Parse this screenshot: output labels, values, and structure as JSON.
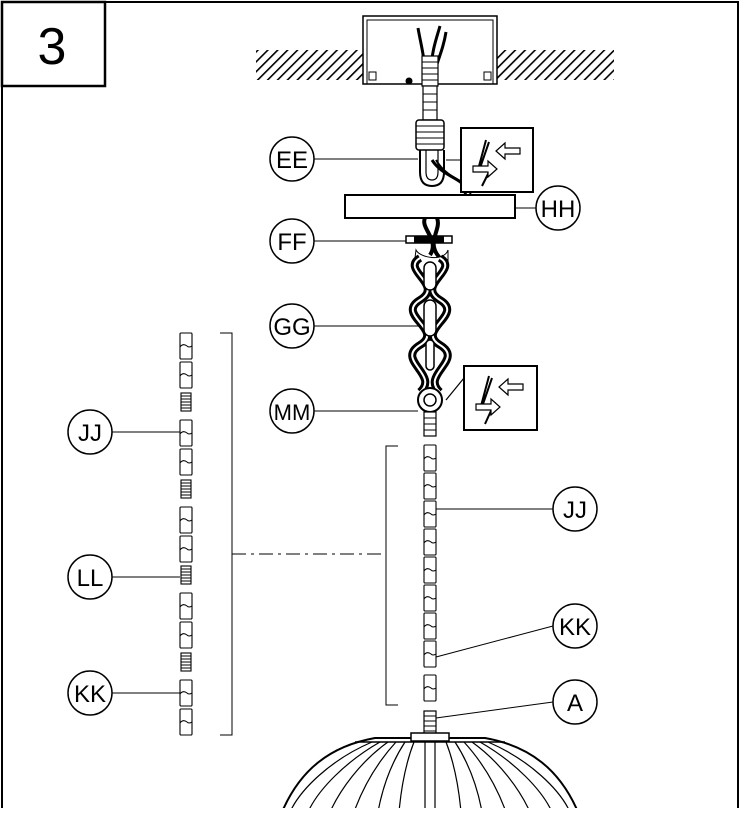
{
  "step": {
    "number": "3"
  },
  "callouts": {
    "ee": "EE",
    "hh": "HH",
    "ff": "FF",
    "gg": "GG",
    "mm": "MM",
    "jj_left": "JJ",
    "ll": "LL",
    "kk_left": "KK",
    "jj_right": "JJ",
    "kk_right": "KK",
    "a": "A"
  },
  "colors": {
    "line": "#000000",
    "background": "#ffffff"
  }
}
